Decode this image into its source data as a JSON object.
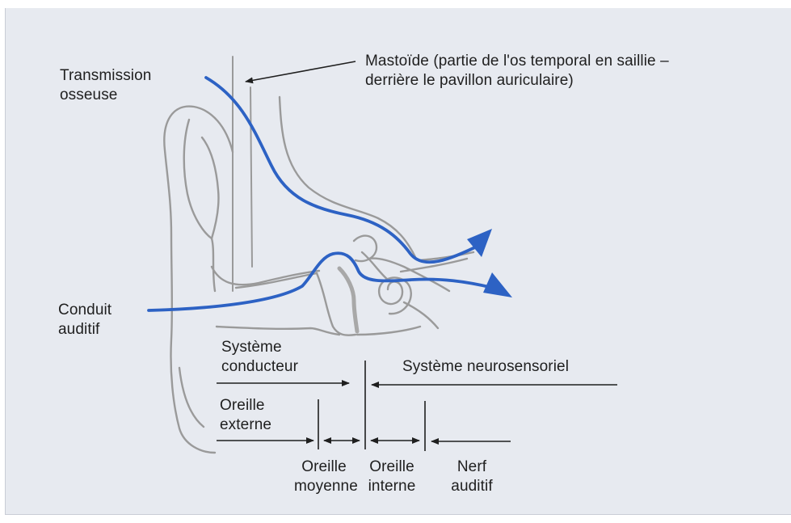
{
  "labels": {
    "bone_transmission": [
      "Transmission",
      "osseuse"
    ],
    "ear_canal": [
      "Conduit",
      "auditif"
    ],
    "mastoid": [
      "Mastoïde (partie de l'os temporal en saillie –",
      "derrière le pavillon auriculaire)"
    ],
    "conductive_system": [
      "Système",
      "conducteur"
    ],
    "sensorineural_system": "Système neurosensoriel",
    "outer_ear": [
      "Oreille",
      "externe"
    ],
    "middle_ear": [
      "Oreille",
      "moyenne"
    ],
    "inner_ear": [
      "Oreille",
      "interne"
    ],
    "auditory_nerve": [
      "Nerf",
      "auditif"
    ]
  },
  "colors": {
    "background": "#e7eaf0",
    "anatomy_outline": "#9a9a9a",
    "sound_path": "#2d62c4",
    "text": "#1f1f1f"
  }
}
